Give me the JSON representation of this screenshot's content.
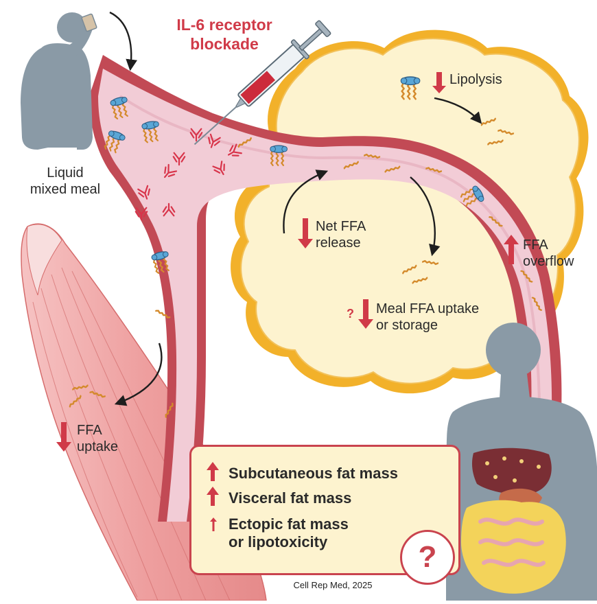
{
  "title": {
    "line1": "IL-6 receptor",
    "line2": "blockade"
  },
  "labels": {
    "meal_line1": "Liquid",
    "meal_line2": "mixed meal",
    "lipolysis": "Lipolysis",
    "net_ffa_line1": "Net FFA",
    "net_ffa_line2": "release",
    "ffa_overflow_line1": "FFA",
    "ffa_overflow_line2": "overflow",
    "meal_ffa_line1": "Meal FFA uptake",
    "meal_ffa_line2": "or storage",
    "meal_ffa_question": "?",
    "ffa_uptake_line1": "FFA",
    "ffa_uptake_line2": "uptake"
  },
  "summary": {
    "items": [
      {
        "text_line1": "Subcutaneous fat mass",
        "text_line2": "",
        "direction": "up",
        "strength": "large"
      },
      {
        "text_line1": "Visceral fat mass",
        "text_line2": "",
        "direction": "up",
        "strength": "large"
      },
      {
        "text_line1": "Ectopic fat mass",
        "text_line2": "or lipotoxicity",
        "direction": "up",
        "strength": "small"
      }
    ],
    "question_mark": "?"
  },
  "citation": "Cell Rep Med, 2025",
  "colors": {
    "accent_red": "#d03a48",
    "vessel_wall": "#c24a55",
    "vessel_lumen": "#f2ccd6",
    "adipose_fill": "#fdf3cf",
    "adipose_edge": "#f2b12a",
    "fatty_acid": "#d48a2c",
    "carrier_blue": "#5aa6d6",
    "human_grey": "#8a9aa6",
    "muscle_pink": "#f1a9a9"
  },
  "icons": [
    "syringe-icon",
    "antibody-icon",
    "lipoprotein-icon",
    "fatty-acid-icon",
    "up-arrow-icon",
    "down-arrow-icon",
    "question-icon",
    "person-drinking-icon",
    "person-organs-icon",
    "adipose-tissue-icon",
    "muscle-icon"
  ]
}
